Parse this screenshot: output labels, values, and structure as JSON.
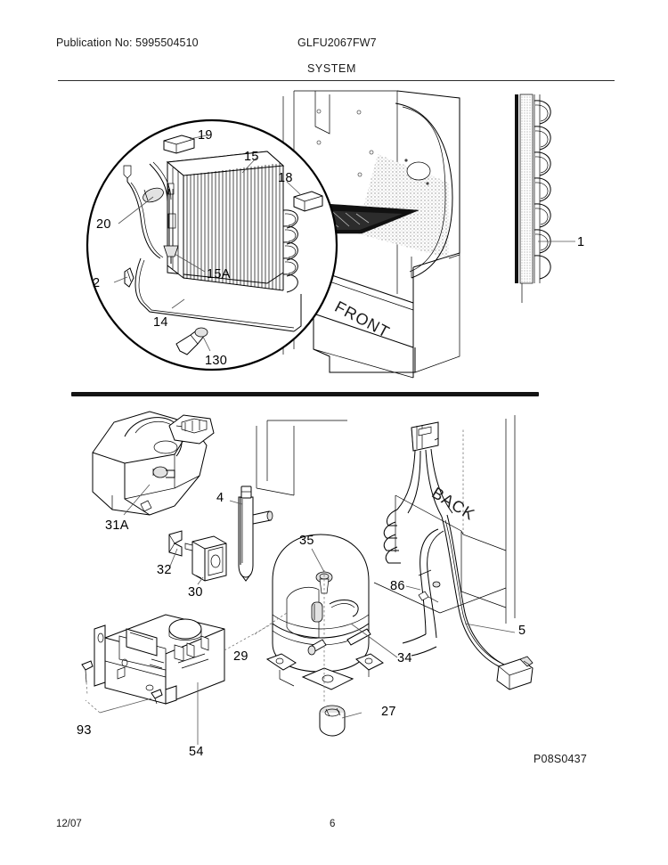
{
  "header": {
    "publication_label": "Publication No: 5995504510",
    "model": "GLFU2067FW7",
    "section_title": "SYSTEM"
  },
  "footer": {
    "date": "12/07",
    "page_number": "6",
    "drawing_code": "P08S0437"
  },
  "orientation_labels": {
    "front": "FRONT",
    "back": "BACK"
  },
  "upper_diagram": {
    "name": "evaporator-and-cabinet-detail",
    "callouts": [
      {
        "id": "19",
        "label": "19"
      },
      {
        "id": "15",
        "label": "15"
      },
      {
        "id": "18",
        "label": "18"
      },
      {
        "id": "20",
        "label": "20"
      },
      {
        "id": "2",
        "label": "2"
      },
      {
        "id": "15A",
        "label": "15A"
      },
      {
        "id": "14",
        "label": "14"
      },
      {
        "id": "130",
        "label": "130"
      },
      {
        "id": "1",
        "label": "1"
      }
    ]
  },
  "lower_diagram": {
    "name": "compressor-and-controls-detail",
    "callouts": [
      {
        "id": "31A",
        "label": "31A"
      },
      {
        "id": "4",
        "label": "4"
      },
      {
        "id": "32",
        "label": "32"
      },
      {
        "id": "30",
        "label": "30"
      },
      {
        "id": "35",
        "label": "35"
      },
      {
        "id": "86",
        "label": "86"
      },
      {
        "id": "29",
        "label": "29"
      },
      {
        "id": "34",
        "label": "34"
      },
      {
        "id": "27",
        "label": "27"
      },
      {
        "id": "5",
        "label": "5"
      },
      {
        "id": "93",
        "label": "93"
      },
      {
        "id": "54",
        "label": "54"
      }
    ]
  }
}
